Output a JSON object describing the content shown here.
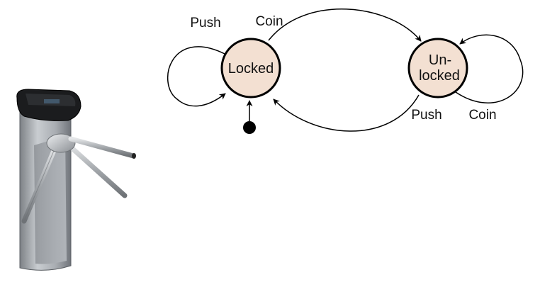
{
  "diagram": {
    "states": {
      "locked": {
        "label_lines": [
          "Locked"
        ]
      },
      "unlocked": {
        "label_lines": [
          "Un-",
          "locked"
        ]
      }
    },
    "transitions": {
      "locked_self": "Push",
      "locked_to_unlocked": "Coin",
      "unlocked_to_locked": "Push",
      "unlocked_self": "Coin"
    },
    "colors": {
      "state_fill": "#f3e0d2",
      "stroke": "#000000"
    }
  },
  "illustration": {
    "name": "turnstile"
  }
}
